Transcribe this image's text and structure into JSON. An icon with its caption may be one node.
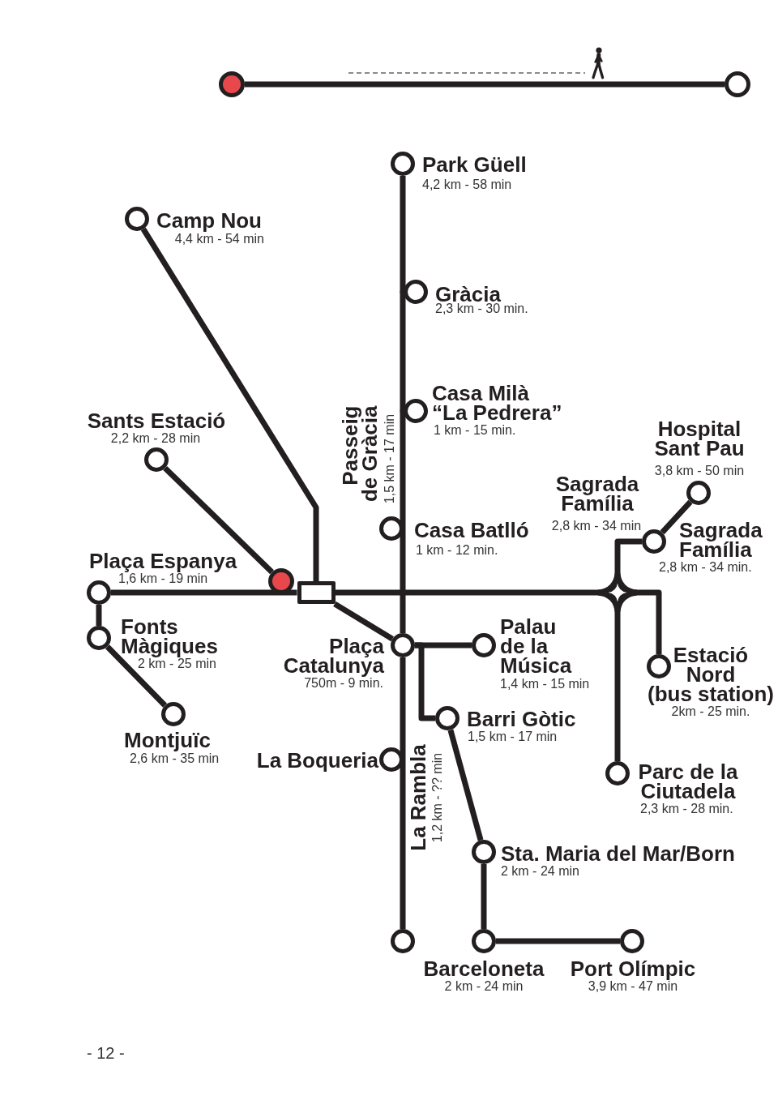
{
  "diagram": {
    "nodes": [
      {
        "text": [],
        "shape": "circle"
      },
      {
        "text": [],
        "shape": "circle"
      },
      {
        "text": [],
        "shape": "circle",
        "beside": [
          "Park Güell",
          "4,2 km - 58 min"
        ]
      },
      {
        "text": [],
        "shape": "circle",
        "beside": [
          "Camp Nou",
          "4,4 km - 54 min"
        ]
      },
      {
        "text": [],
        "shape": "circle",
        "beside": [
          "Gràcia",
          "2,3 km - 30 min."
        ]
      },
      {
        "text": [],
        "shape": "circle",
        "beside": [
          "Casa Milà “La Pedrera”",
          "1 km - 15 min."
        ]
      },
      {
        "text": [],
        "shape": "circle",
        "beside": [
          "Hospital Sant Pau",
          "3,8 km - 50 min"
        ]
      },
      {
        "text": [],
        "shape": "circle",
        "beside": [
          "Sants Estació",
          "2,2 km - 28 min"
        ]
      },
      {
        "text": [],
        "shape": "circle",
        "beside": [
          "Sagrada Família",
          "2,8 km - 34 min",
          "Sagrada Família",
          "2,8 km - 34 min."
        ]
      },
      {
        "text": [],
        "shape": "circle",
        "beside": [
          "Casa Batlló",
          "1 km - 12 min."
        ]
      },
      {
        "text": [],
        "shape": "circle"
      },
      {
        "text": [],
        "shape": "circle",
        "beside": [
          "Plaça Espanya",
          "1,6 km - 19 min"
        ]
      },
      {
        "text": [],
        "shape": "box"
      },
      {
        "text": [],
        "shape": "diamond"
      },
      {
        "text": [],
        "shape": "circle",
        "beside": [
          "Fonts Màgiques",
          "2 km - 25 min"
        ]
      },
      {
        "text": [],
        "shape": "circle",
        "beside": [
          "Plaça Catalunya",
          "750m - 9 min."
        ]
      },
      {
        "text": [],
        "shape": "circle",
        "beside": [
          "Palau de la Música",
          "1,4 km - 15 min"
        ]
      },
      {
        "text": [],
        "shape": "circle",
        "beside": [
          "Estació Nord (bus station)",
          "2km - 25 min."
        ]
      },
      {
        "text": [],
        "shape": "circle",
        "beside": [
          "Montjuïc",
          "2,6 km - 35 min"
        ]
      },
      {
        "text": [],
        "shape": "circle",
        "beside": [
          "Barri Gòtic",
          "1,5 km - 17 min"
        ]
      },
      {
        "text": [],
        "shape": "circle",
        "beside": [
          "La Boqueria"
        ]
      },
      {
        "text": [],
        "shape": "circle",
        "beside": [
          "Parc de la Ciutadela",
          "2,3 km - 28 min."
        ]
      },
      {
        "text": [],
        "shape": "circle",
        "beside": [
          "Sta. Maria del Mar/Born",
          "2 km - 24 min"
        ]
      },
      {
        "text": [],
        "shape": "circle"
      },
      {
        "text": [],
        "shape": "circle",
        "beside": [
          "Barceloneta",
          "2 km - 24 min"
        ]
      },
      {
        "text": [],
        "shape": "circle",
        "beside": [
          "Port Olímpic",
          "3,9 km - 47 min"
        ]
      }
    ],
    "edges": [
      {
        "from": 0,
        "to": 1,
        "arrow": "none"
      },
      {
        "from": 2,
        "to": 4,
        "arrow": "none"
      },
      {
        "from": 4,
        "to": 5,
        "arrow": "none"
      },
      {
        "from": 5,
        "to": 9,
        "arrow": "none"
      },
      {
        "from": 9,
        "to": 15,
        "arrow": "none"
      },
      {
        "from": 15,
        "to": 20,
        "arrow": "none"
      },
      {
        "from": 20,
        "to": 23,
        "arrow": "none"
      },
      {
        "from": 3,
        "to": 12,
        "arrow": "none"
      },
      {
        "from": 7,
        "to": 10,
        "arrow": "none"
      },
      {
        "from": 11,
        "to": 10,
        "arrow": "none"
      },
      {
        "from": 10,
        "to": 12,
        "arrow": "none"
      },
      {
        "from": 12,
        "to": 13,
        "arrow": "none"
      },
      {
        "from": 13,
        "to": 8,
        "arrow": "none"
      },
      {
        "from": 8,
        "to": 6,
        "arrow": "none"
      },
      {
        "from": 13,
        "to": 17,
        "arrow": "none"
      },
      {
        "from": 13,
        "to": 21,
        "arrow": "none"
      },
      {
        "from": 11,
        "to": 14,
        "arrow": "none"
      },
      {
        "from": 14,
        "to": 18,
        "arrow": "none"
      },
      {
        "from": 12,
        "to": 15,
        "arrow": "none"
      },
      {
        "from": 15,
        "to": 16,
        "arrow": "none"
      },
      {
        "from": 15,
        "to": 19,
        "arrow": "none"
      },
      {
        "from": 19,
        "to": 22,
        "arrow": "none"
      },
      {
        "from": 22,
        "to": 24,
        "arrow": "none"
      },
      {
        "from": 24,
        "to": 25,
        "arrow": "none"
      }
    ],
    "labels": [
      "Passeig de Gràcia",
      "1,5 km - 17 min",
      "La Rambla",
      "1,2 km - ?? min",
      "- 12 -"
    ]
  }
}
